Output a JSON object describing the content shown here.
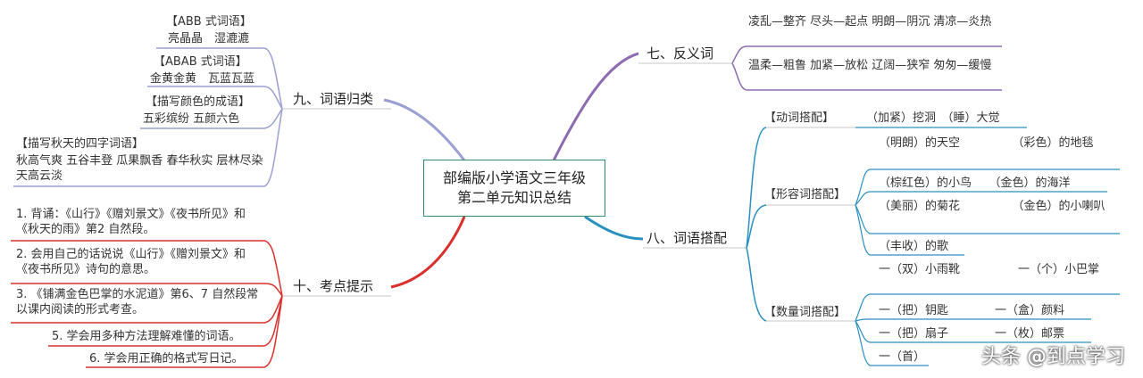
{
  "center": {
    "line1": "部编版小学语文三年级",
    "line2": "第二单元知识总结"
  },
  "branches": {
    "b7": {
      "label": "七、反义词",
      "items": [
        "凌乱—整齐 尽头—起点 明朗—阴沉 清凉—炎热",
        "温柔—粗鲁 加紧—放松 辽阔—狭窄 匆匆—缓慢"
      ]
    },
    "b8": {
      "label": "八、词语搭配",
      "dong": {
        "label": "【动词搭配】",
        "items": [
          "（加紧）挖洞　（睡）大觉"
        ]
      },
      "xing": {
        "label": "【形容词搭配】",
        "items": [
          "（明朗）的天空　　　　　（彩色）的地毯",
          "（棕红色）的小鸟　　（金色）的海洋",
          "（美丽）的菊花　　　　　（金色）的小喇叭",
          "（丰收）的歌"
        ]
      },
      "shu": {
        "label": "【数量词搭配】",
        "items": [
          "一（双）小雨靴　　　　　一（个）小巴掌",
          "一（把）钥匙　　　　一（盒）颜料",
          "一（把）扇子　　　　一（枚）邮票",
          "一（首）"
        ]
      }
    },
    "b9": {
      "label": "九、词语归类",
      "items": [
        {
          "title": "【ABB 式词语】",
          "text": "亮晶晶　湿漉漉"
        },
        {
          "title": "【ABAB 式词语】",
          "text": "金黄金黄　瓦蓝瓦蓝"
        },
        {
          "title": "【描写颜色的成语】",
          "text": "五彩缤纷 五颜六色"
        },
        {
          "title": "【描写秋天的四字词语】",
          "text": "秋高气爽 五谷丰登 瓜果飘香 春华秋实 层林尽染 天高云淡"
        }
      ]
    },
    "b10": {
      "label": "十、考点提示",
      "items": [
        "1. 背诵：《山行》《赠刘景文》《夜书所见》和《秋天的雨》第2 自然段。",
        "2. 会用自己的话说说《山行》《赠刘景文》和《夜书所见》诗句的意思。",
        "3. 《铺满金色巴掌的水泥道》第6、7 自然段常以课内阅读的形式考查。",
        "5. 学会用多种方法理解难懂的词语。",
        "6. 学会用正确的格式写日记。"
      ]
    }
  },
  "colors": {
    "b7": "#8e6bb0",
    "b8": "#2a8fc1",
    "b9": "#9a9fd4",
    "b10": "#d9302c",
    "center_border": "#2e8b72"
  },
  "watermark": {
    "prefix": "头条",
    "at": "@",
    "name": "到点学习"
  }
}
